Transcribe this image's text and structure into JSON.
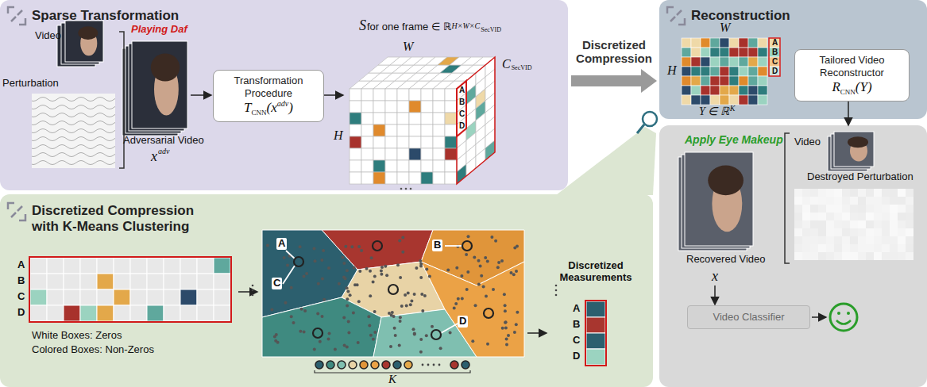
{
  "diagram": {
    "nodes": [
      {
        "text": [
          "Sparse Transformation"
        ]
      },
      {
        "text": [
          "Transformation Procedure",
          "T",
          "CNN",
          "(x",
          "adv",
          ")"
        ],
        "in": 0
      },
      {
        "text": [
          "Reconstruction"
        ]
      },
      {
        "text": [
          "Tailored Video Reconstructor",
          "R",
          "CNN",
          "(Y)"
        ],
        "in": 2
      },
      {
        "text": [
          "Discretized Compression with K-Means Clustering"
        ]
      },
      {
        "text": [
          "Video Classifier"
        ]
      }
    ],
    "edges": [
      {
        "from": 0,
        "to": 2,
        "arrow": "to",
        "label": "Discretized Compression"
      }
    ],
    "labels": [
      "Video",
      "Perturbation",
      "Playing Daf",
      "Adversarial Video",
      "x",
      "adv",
      "S",
      "for one frame ∈ ℝ",
      "H×W×C",
      "SecVID",
      "W",
      "H",
      "C",
      "SecVID",
      "A",
      "B",
      "C",
      "D",
      "W",
      "H",
      "A",
      "B",
      "C",
      "D",
      "Y ∈ ℝ",
      "K",
      "A",
      "B",
      "C",
      "D",
      "White Boxes: Zeros",
      "Colored Boxes: Non-Zeros",
      "A",
      "C",
      "B",
      "D",
      "K",
      "Discretized Measurements",
      "A",
      "B",
      "C",
      "D",
      "Apply Eye Makeup",
      "Video",
      "Destroyed Perturbation",
      "Recovered Video",
      "x"
    ]
  }
}
